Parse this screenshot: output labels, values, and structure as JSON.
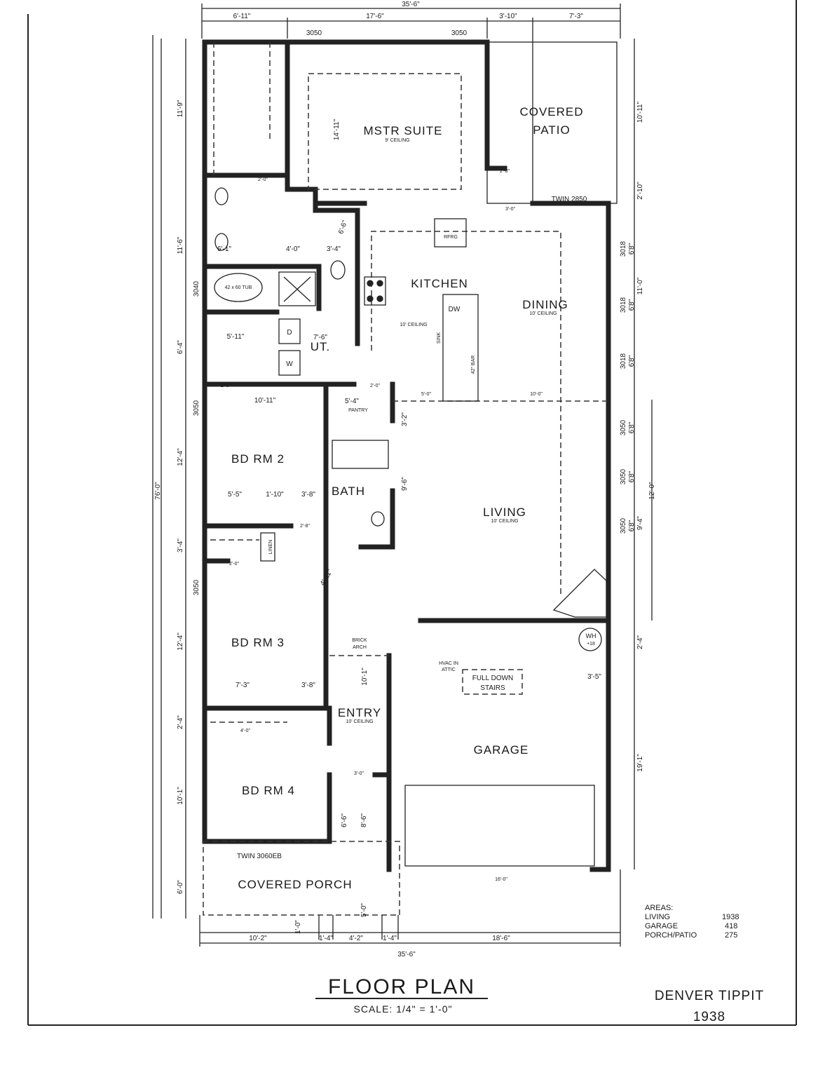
{
  "title": {
    "main": "FLOOR PLAN",
    "scale": "SCALE: 1/4\" = 1'-0\""
  },
  "plan_name": {
    "name": "DENVER TIPPIT",
    "number": "1938"
  },
  "areas": {
    "heading": "AREAS:",
    "rows": [
      {
        "label": "LIVING",
        "value": "1938"
      },
      {
        "label": "GARAGE",
        "value": "418"
      },
      {
        "label": "PORCH/PATIO",
        "value": "275"
      }
    ]
  },
  "rooms": {
    "master": "MSTR SUITE",
    "master_ceiling": "9' CEILING",
    "patio_1": "COVERED",
    "patio_2": "PATIO",
    "kitchen": "KITCHEN",
    "kitchen_ceiling": "10' CEILING",
    "dining": "DINING",
    "dining_ceiling": "10' CEILING",
    "utility": "UT.",
    "bd2": "BD RM 2",
    "bath": "BATH",
    "living": "LIVING",
    "living_ceiling": "10' CEILING",
    "bd3": "BD RM 3",
    "garage": "GARAGE",
    "entry": "ENTRY",
    "entry_ceiling": "10' CEILING",
    "bd4": "BD RM 4",
    "porch": "COVERED PORCH"
  },
  "fixtures": {
    "pantry": "PANTRY",
    "refrigerator": "RFRG",
    "dishwasher": "DW",
    "sink": "SINK",
    "bar": "42\" BAR",
    "linen": "LINEN",
    "tub": "42 x 60 TUB",
    "dryer": "D",
    "washer": "W",
    "water_heater": "WH",
    "wh_plus": "+18",
    "brick_1": "BRICK",
    "brick_2": "ARCH",
    "hvac_1": "HVAC IN",
    "hvac_2": "ATTIC",
    "stairs_1": "FULL DOWN",
    "stairs_2": "STAIRS"
  },
  "windows": {
    "top_left": "3050",
    "top_right": "3050",
    "twin_2850": "TWIN 2850",
    "twin_3060eb": "TWIN 3060EB",
    "left_3040": "3040",
    "left_3050_a": "3050",
    "left_3050_b": "3050",
    "right_3018": "3018",
    "right_3050": "3050",
    "right_68": "6'8\""
  },
  "dimensions": {
    "overall_top": "35'-6\"",
    "top_1": "6'-11\"",
    "top_2": "17'-6\"",
    "top_3": "3'-10\"",
    "top_4": "7'-3\"",
    "overall_bottom": "35'-6\"",
    "bot_1": "10'-2\"",
    "bot_2": "1'-4\"",
    "bot_3": "4'-2\"",
    "bot_4": "1'-4\"",
    "bot_5": "18'-6\"",
    "bot_6": "1'-0\"",
    "left_overall": "76'-0\"",
    "left_1": "11'-9\"",
    "left_2": "11'-6\"",
    "left_3": "6'-4\"",
    "left_4": "12'-4\"",
    "left_5": "3'-4\"",
    "left_6": "12'-4\"",
    "left_7": "2'-4\"",
    "left_8": "10'-1\"",
    "left_9": "6'-0\"",
    "right_overall": "12'-0\"",
    "right_1": "10'-11\"",
    "right_2": "2'-10\"",
    "right_3": "11'-0\"",
    "right_4": "9'-4\"",
    "right_5": "2'-4\"",
    "right_6": "19'-1\"",
    "master_depth": "14'-11\"",
    "bath_1": "6'-1\"",
    "bath_2": "4'-0\"",
    "bath_3": "3'-4\"",
    "bath_4": "6'-6\"",
    "ut_1": "5'-11\"",
    "ut_2": "7'-6\"",
    "hall_1": "10'-11\"",
    "pantry_w": "5'-4\"",
    "kit_1": "5'-0\"",
    "kit_2": "10'-0\"",
    "bd2_1": "5'-5\"",
    "bd2_2": "1'-10\"",
    "bd2_3": "3'-8\"",
    "bath2_h": "9'-6\"",
    "pantry_h": "3'-2\"",
    "bd3_1": "7'-3\"",
    "bd3_2": "3'-8\"",
    "bd4_closet": "4'-0\"",
    "entry_h": "10'-1\"",
    "entry_door": "3'-0\"",
    "porch_1": "6'-6\"",
    "porch_2": "8'-6\"",
    "porch_3": "5'-0\"",
    "garage_w": "16'-0\"",
    "wh_w": "3'-5\"",
    "hall_diag": "4'-11\"",
    "door_20": "2'-0\"",
    "door_28": "2'-8\"",
    "door_30": "3'-0\""
  }
}
